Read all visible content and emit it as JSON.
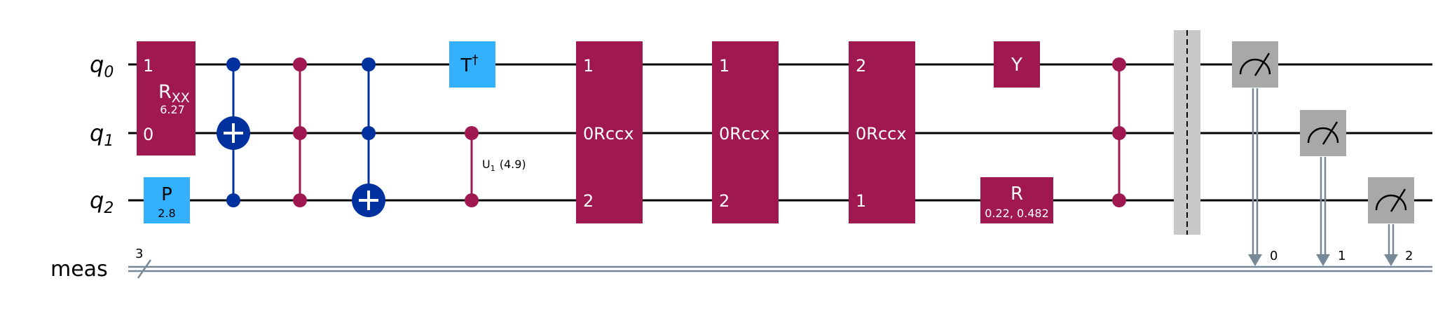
{
  "qubits": {
    "q0": {
      "base": "q",
      "sub": "0"
    },
    "q1": {
      "base": "q",
      "sub": "1"
    },
    "q2": {
      "base": "q",
      "sub": "2"
    }
  },
  "classical": {
    "name": "meas",
    "size": "3",
    "bits": [
      "0",
      "1",
      "2"
    ]
  },
  "gates": {
    "rxx": {
      "label_main": "R",
      "label_sub": "XX",
      "param": "6.27",
      "in_top": "1",
      "in_bottom": "0"
    },
    "p": {
      "label": "P",
      "param": "2.8"
    },
    "tdg": {
      "label": "T",
      "sup": "†"
    },
    "cu1": {
      "label_main": "U",
      "label_sub": "1",
      "param": "(4.9)"
    },
    "rccx1": {
      "label": "Rccx",
      "top": "1",
      "mid": "0",
      "bottom": "2"
    },
    "rccx2": {
      "label": "Rccx",
      "top": "1",
      "mid": "0",
      "bottom": "2"
    },
    "rccx3": {
      "label": "Rccx",
      "top": "2",
      "mid": "0",
      "bottom": "1"
    },
    "y": {
      "label": "Y"
    },
    "r": {
      "label": "R",
      "param": "0.22, 0.482"
    }
  },
  "colors": {
    "crimson": "#A01850",
    "blue": "#00319F",
    "light_blue": "#33B1FF",
    "measure_gray": "#A8A8A8",
    "barrier_gray": "#C8C8C8",
    "classical_wire": "#778899"
  }
}
